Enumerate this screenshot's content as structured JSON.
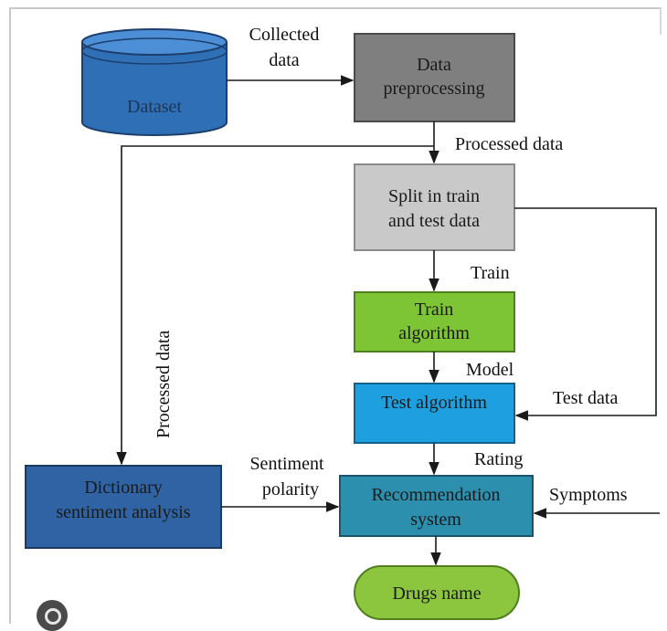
{
  "nodes": {
    "dataset": {
      "label": "Dataset",
      "fill": "#2f6fb5"
    },
    "preprocessing": {
      "line1": "Data",
      "line2": "preprocessing",
      "fill": "#7f7f7f"
    },
    "split": {
      "line1": "Split in train",
      "line2": "and test data",
      "fill": "#c9c9c9"
    },
    "train": {
      "line1": "Train",
      "line2": "algorithm",
      "fill": "#7ec535"
    },
    "test": {
      "label": "Test algorithm",
      "fill": "#1e9fe0"
    },
    "dictionary": {
      "line1": "Dictionary",
      "line2": "sentiment analysis",
      "fill": "#2f63a3"
    },
    "recommendation": {
      "line1": "Recommendation",
      "line2": "system",
      "fill": "#2c8fae"
    },
    "drugs": {
      "label": "Drugs name",
      "fill": "#8cc63f"
    }
  },
  "edges": {
    "collected_line1": "Collected",
    "collected_line2": "data",
    "processed": "Processed data",
    "processed_vertical": "Processed data",
    "train": "Train",
    "model": "Model",
    "test_data": "Test data",
    "rating": "Rating",
    "sentiment_line1": "Sentiment",
    "sentiment_line2": "polarity",
    "symptoms": "Symptoms"
  }
}
